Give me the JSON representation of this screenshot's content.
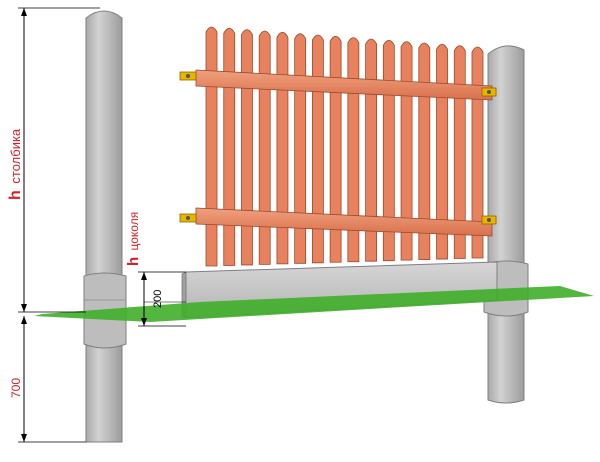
{
  "labels": {
    "post_height_h": "h",
    "post_height_sub": "столбика",
    "plinth_height_h": "h",
    "plinth_height_sub": "цоколя",
    "plinth_value": "200",
    "depth_value": "700"
  },
  "colors": {
    "picket": "#e8825e",
    "picket_edge": "#9a4a2c",
    "concrete": "#c4c4c4",
    "concrete_dark": "#9e9e9e",
    "ground": "#3fae2a",
    "dimension": "#d3222a",
    "bracket": "#e7b400"
  },
  "pickets": {
    "count": 16
  }
}
